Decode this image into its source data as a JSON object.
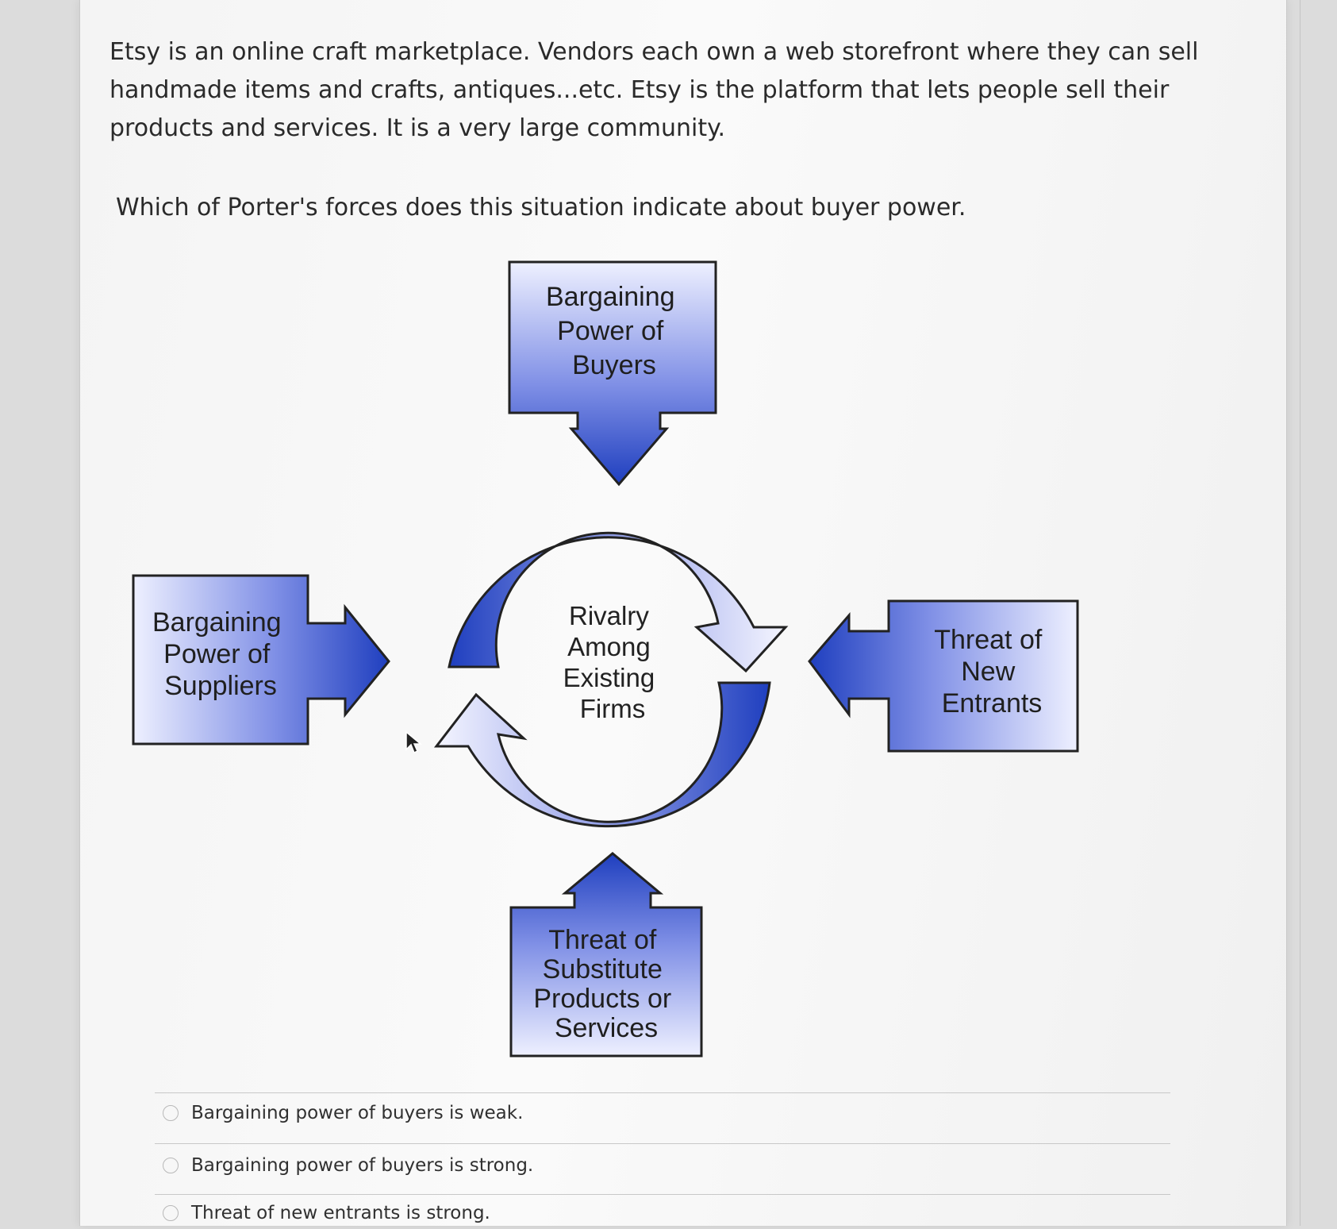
{
  "question": {
    "body": "Etsy is an online craft marketplace. Vendors each own a web storefront where they can sell handmade items and crafts, antiques...etc.  Etsy is the platform that lets people sell their products and services. It is a very large community.",
    "prompt": "Which of Porter's forces does this situation indicate about buyer power."
  },
  "diagram": {
    "buyers": [
      "Bargaining",
      "Power of",
      "Buyers"
    ],
    "suppliers": [
      "Bargaining",
      "Power of",
      "Suppliers"
    ],
    "entrants": [
      "Threat of",
      "New",
      "Entrants"
    ],
    "substitutes": [
      "Threat of",
      "Substitute",
      "Products or",
      "Services"
    ],
    "rivalry": [
      "Rivalry",
      "Among",
      "Existing",
      "Firms"
    ],
    "colors": {
      "dark_blue": "#1f3fbf",
      "light": "#eef0ff",
      "outline": "#222222"
    }
  },
  "choices": [
    {
      "label": "Bargaining power of buyers is weak."
    },
    {
      "label": "Bargaining power of buyers is strong."
    },
    {
      "label": "Threat of new entrants is strong."
    }
  ]
}
